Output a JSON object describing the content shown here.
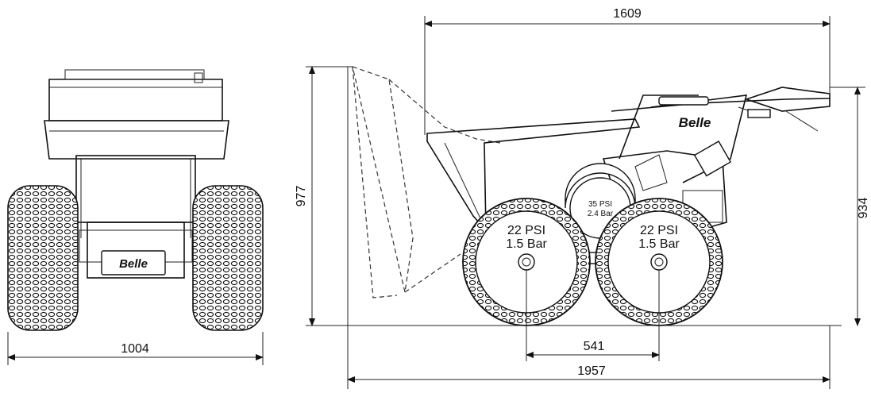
{
  "dimensions": {
    "front_width": "1004",
    "overall_top_length": "1609",
    "overall_bottom_length": "1957",
    "wheelbase": "541",
    "left_height": "977",
    "right_height": "934"
  },
  "tires": {
    "front_rear_pressure_psi": "22 PSI",
    "front_rear_pressure_bar": "1.5 Bar",
    "rear_pressure_psi": "22 PSI",
    "rear_pressure_bar": "1.5 Bar",
    "steer_pressure_psi": "35 PSI",
    "steer_pressure_bar": "2.4 Bar"
  },
  "logo": "Belle",
  "icons": [
    "tire-tread-icon",
    "hub-icon",
    "dimension-arrow-icon"
  ]
}
